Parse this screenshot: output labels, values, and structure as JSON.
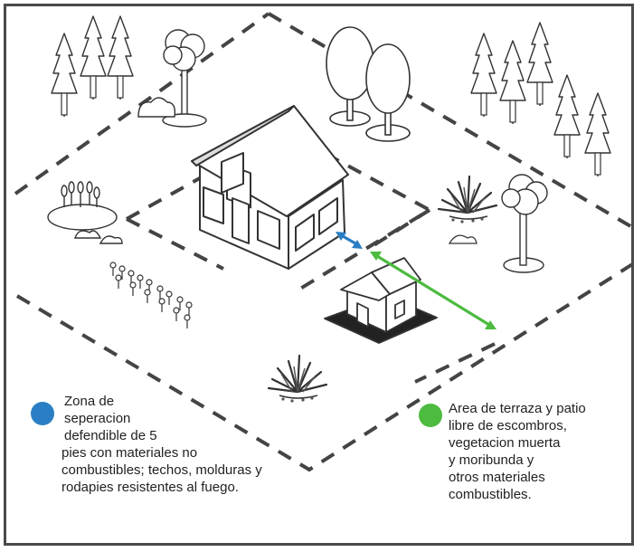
{
  "legend": {
    "blue": {
      "color": "#2a7fc4",
      "heading": "Zona de\nseperacion\ndefendible de 5",
      "body": "pies con materiales no\ncombustibles; techos, molduras y\nrodapies resistentes al fuego."
    },
    "green": {
      "color": "#4cbb3f",
      "text": "Area de terraza y patio\nlibre de escombros,\nvegetacion muerta\ny moribunda y\notros materiales\ncombustibles."
    }
  },
  "icons": [
    "house-icon",
    "shed-icon",
    "pine-tree-icon",
    "deciduous-tree-icon",
    "shrub-icon",
    "rock-icon",
    "flower-bed-icon",
    "agave-plant-icon"
  ]
}
